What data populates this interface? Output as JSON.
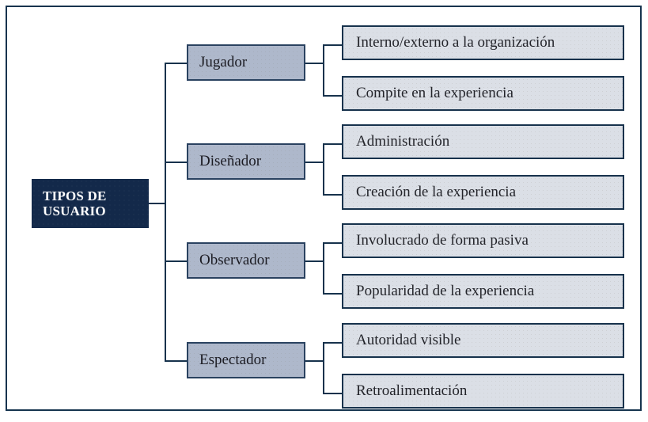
{
  "diagram": {
    "type": "tree",
    "orientation": "left-to-right",
    "title": "TIPOS DE USUARIO",
    "colors": {
      "frame_border": "#15334e",
      "root_fill": "#13294a",
      "root_text": "#ffffff",
      "branch_fill": "#aeb8cb",
      "branch_border": "#2a4260",
      "branch_text": "#1b1b22",
      "leaf_fill": "#dbdfe6",
      "leaf_border": "#17324c",
      "leaf_text": "#23242a",
      "connector": "#17324c",
      "background": "#ffffff"
    },
    "root": {
      "label_line1": "TIPOS DE",
      "label_line2": "USUARIO"
    },
    "branches": [
      {
        "label": "Jugador",
        "children": [
          {
            "label": "Interno/externo a la organización"
          },
          {
            "label": "Compite en la experiencia"
          }
        ]
      },
      {
        "label": "Diseñador",
        "children": [
          {
            "label": "Administración"
          },
          {
            "label": "Creación de la experiencia"
          }
        ]
      },
      {
        "label": "Observador",
        "children": [
          {
            "label": "Involucrado de forma pasiva"
          },
          {
            "label": "Popularidad de la experiencia"
          }
        ]
      },
      {
        "label": "Espectador",
        "children": [
          {
            "label": "Autoridad visible"
          },
          {
            "label": "Retroalimentación"
          }
        ]
      }
    ]
  }
}
